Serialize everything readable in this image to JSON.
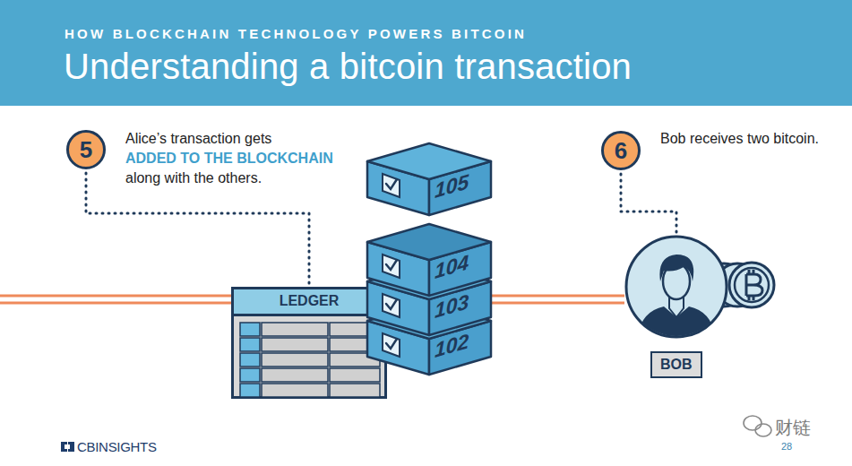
{
  "diagram": {
    "title": "Understanding a bitcoin transaction",
    "nodes": [
      {
        "text": [
          "5"
        ]
      },
      {
        "text": [
          "105"
        ]
      },
      {
        "text": [
          "104"
        ]
      },
      {
        "text": [
          "103"
        ]
      },
      {
        "text": [
          "102"
        ]
      },
      {
        "text": [
          "LEDGER"
        ]
      },
      {
        "text": [
          "6"
        ]
      },
      {
        "text": [
          "BOB"
        ]
      }
    ],
    "edges": [
      {
        "from": 0,
        "to": 5,
        "arrow": "none"
      },
      {
        "from": 6,
        "to": 7,
        "arrow": "none"
      },
      {
        "from": 3,
        "to": 7,
        "arrow": "none"
      }
    ],
    "labels": [
      "HOW BLOCKCHAIN TECHNOLOGY POWERS BITCOIN",
      "Alice’s transaction gets",
      "ADDED TO THE BLOCKCHAIN",
      "along with the others.",
      "Bob receives two bitcoin.",
      "CBINSIGHTS",
      "财链",
      "28"
    ]
  }
}
